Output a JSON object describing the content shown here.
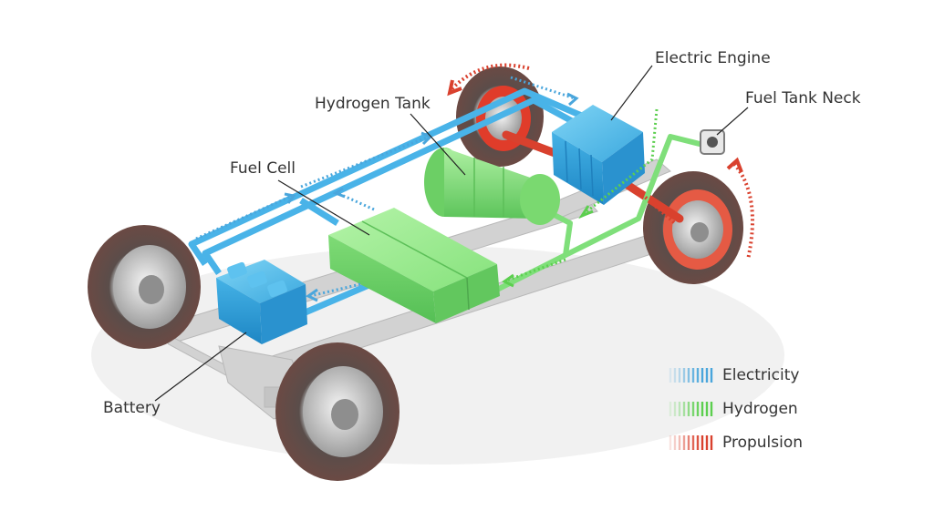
{
  "labels": {
    "electric_engine": "Electric Engine",
    "fuel_tank_neck": "Fuel Tank Neck",
    "hydrogen_tank": "Hydrogen Tank",
    "fuel_cell": "Fuel Cell",
    "battery": "Battery"
  },
  "legend": [
    {
      "label": "Electricity",
      "color": "#4aa6dc"
    },
    {
      "label": "Hydrogen",
      "color": "#5ccf4f"
    },
    {
      "label": "Propulsion",
      "color": "#d9412e"
    }
  ],
  "colors": {
    "electric": "#49b3e8",
    "hydrogen": "#7fdf7a",
    "propulsion": "#e03c2a",
    "tire": "#5a4d4a",
    "chassis": "#cfcfcf"
  }
}
